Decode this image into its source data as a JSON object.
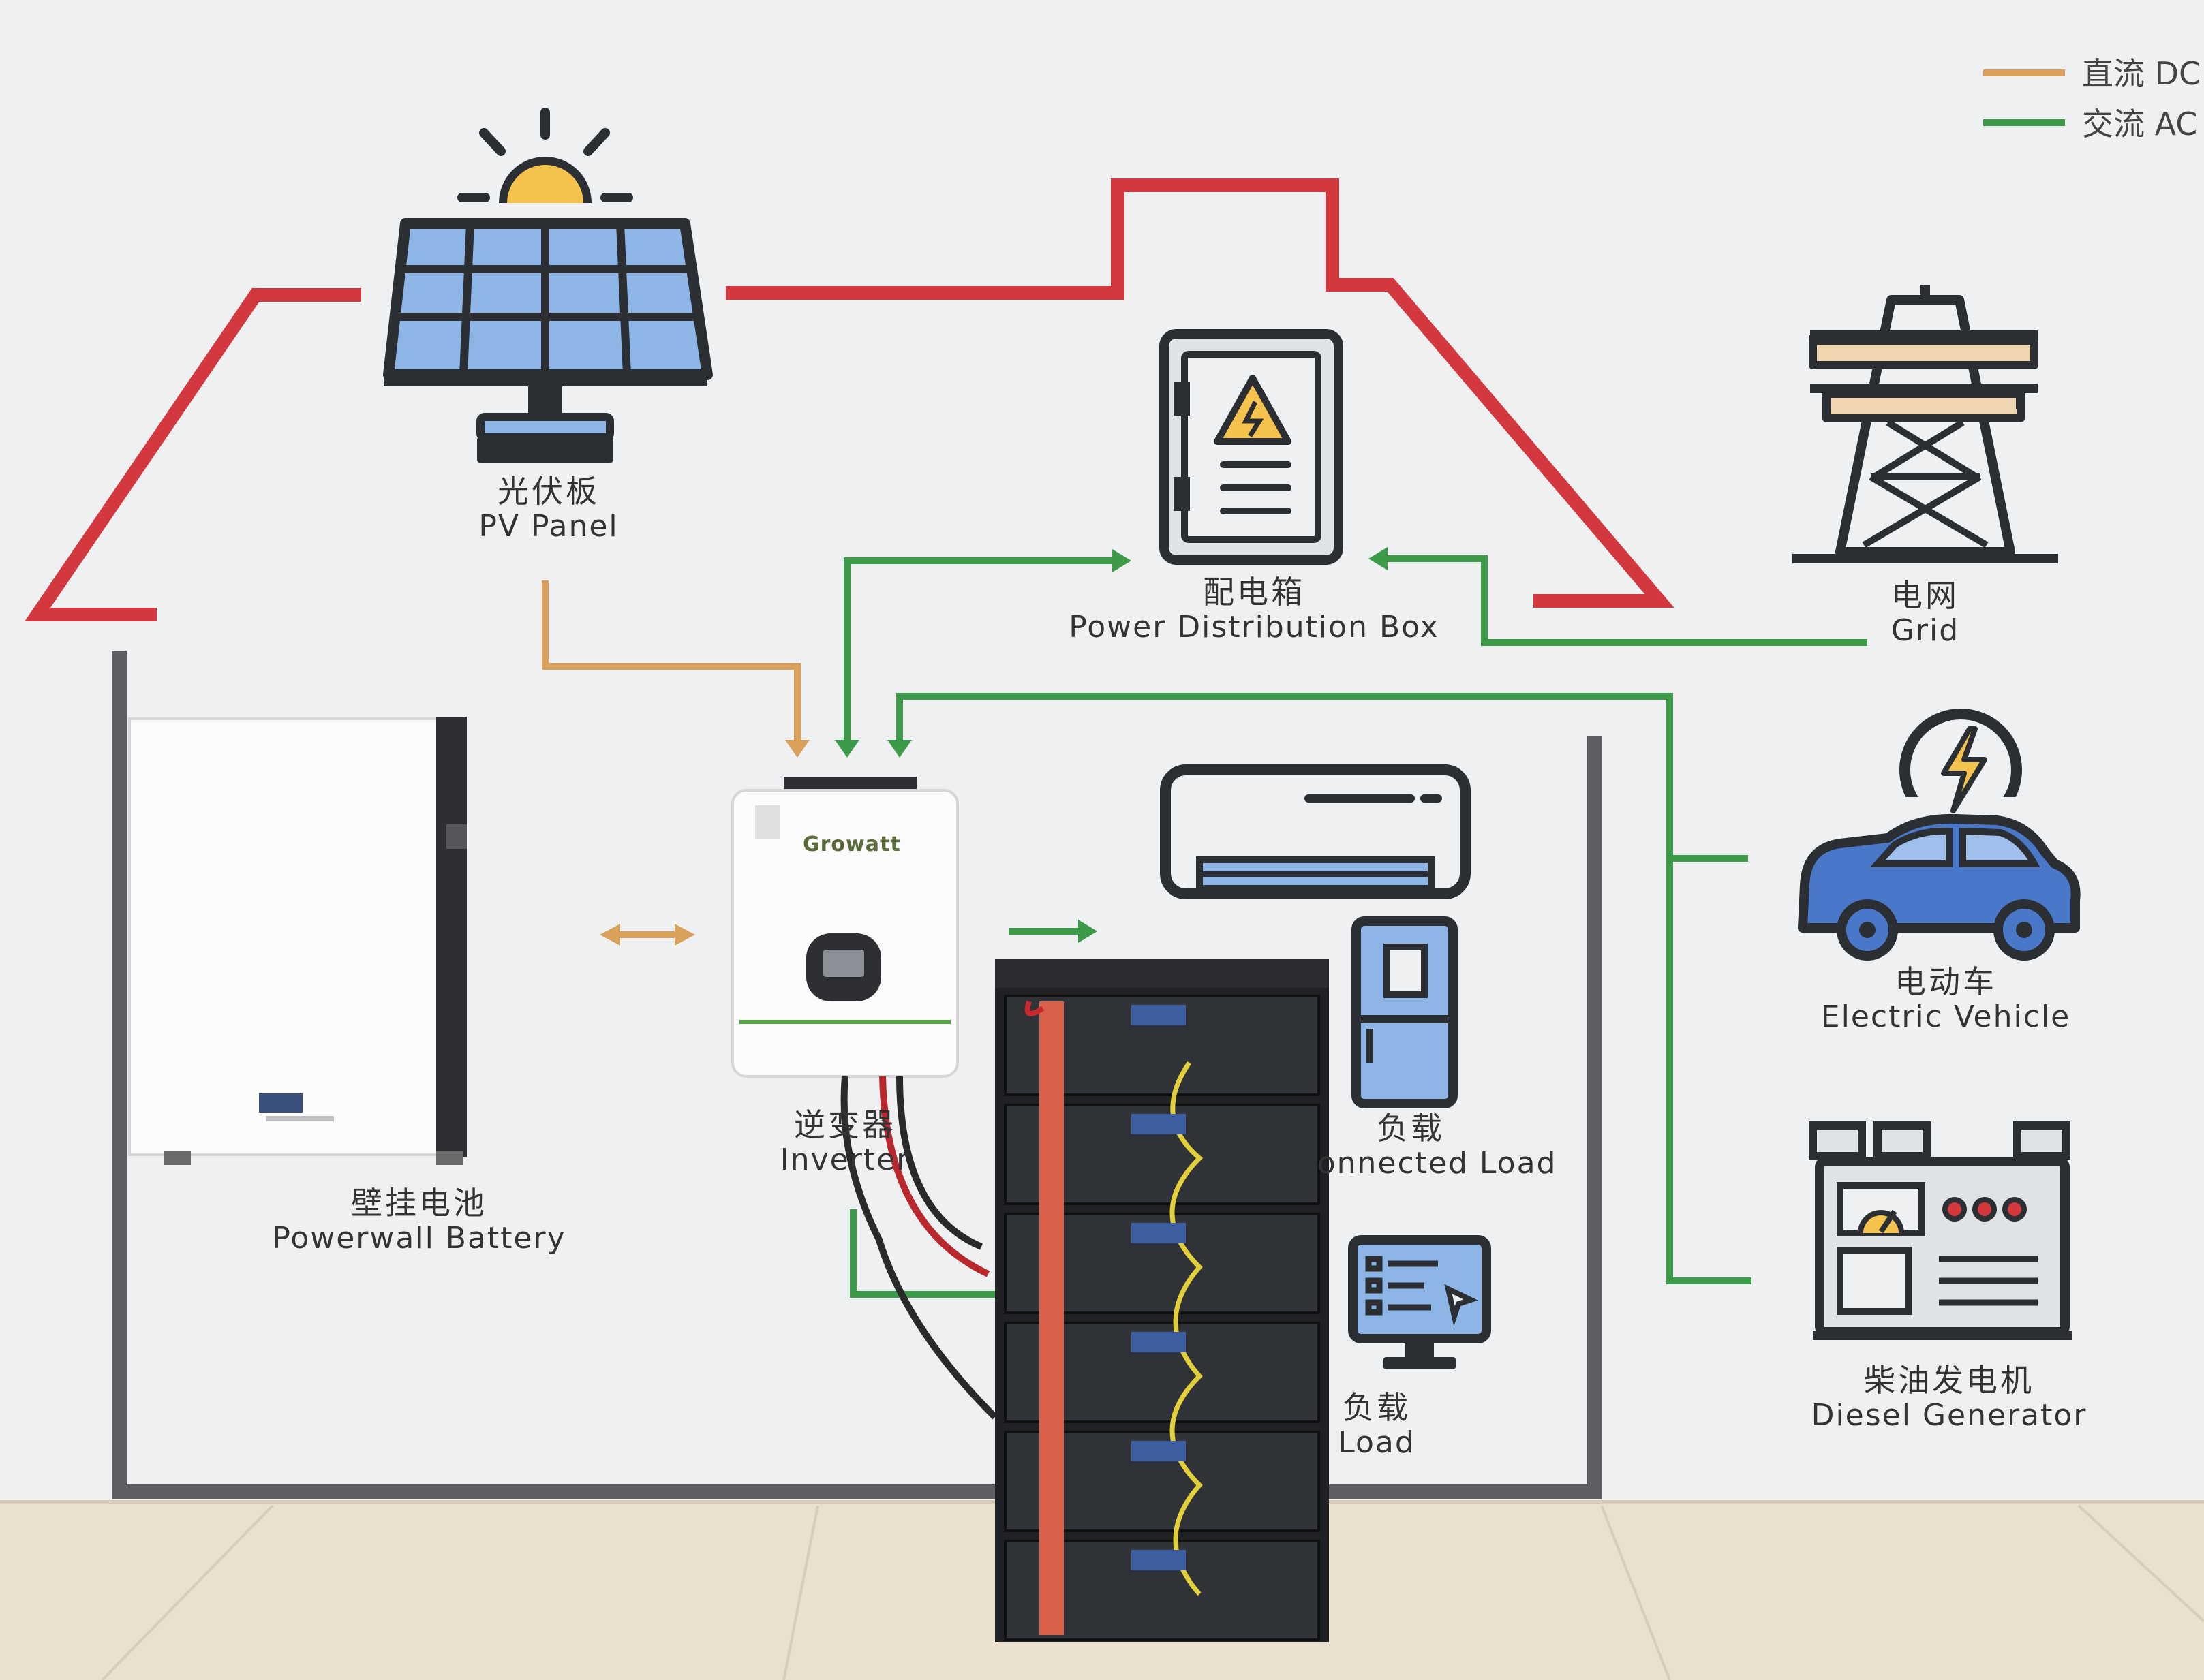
{
  "legend": [
    {
      "label": "直流 DC",
      "color": "#d9a15c"
    },
    {
      "label": "交流 AC",
      "color": "#3c9a48"
    }
  ],
  "labels": {
    "pv_panel": {
      "zh": "光伏板",
      "en": "PV Panel"
    },
    "distribution_box": {
      "zh": "配电箱",
      "en": "Power Distribution Box"
    },
    "grid": {
      "zh": "电网",
      "en": "Grid"
    },
    "inverter": {
      "zh": "逆变器",
      "en": "Inverter"
    },
    "powerwall": {
      "zh": "壁挂电池",
      "en": "Powerwall Battery"
    },
    "connected_load": {
      "zh": "负载",
      "en": "Connected Load"
    },
    "other_load": {
      "zh": "负载",
      "en": "Load"
    },
    "electric_vehicle": {
      "zh": "电动车",
      "en": "Electric Vehicle"
    },
    "diesel_generator": {
      "zh": "柴油发电机",
      "en": "Diesel Generator"
    }
  },
  "inverter_brand": "Growatt",
  "colors": {
    "pv_line": "#d2383d",
    "dc": "#d9a15c",
    "ac": "#3c9a48",
    "wall": "#eef0f2",
    "floor": "#ece2d2",
    "frame": "#5e5e62"
  },
  "icons": [
    "sun-icon",
    "solar-panel-icon",
    "distribution-box-icon",
    "transmission-tower-icon",
    "air-conditioner-icon",
    "refrigerator-icon",
    "monitor-icon",
    "electric-car-icon",
    "generator-icon"
  ]
}
